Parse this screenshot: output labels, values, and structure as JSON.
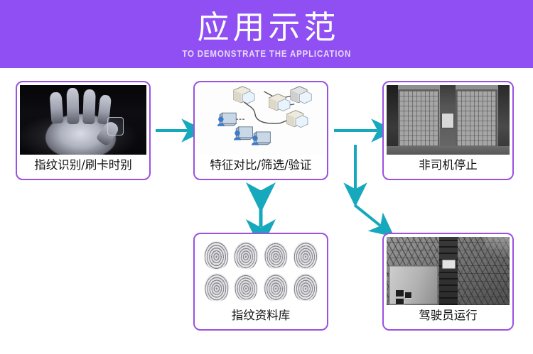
{
  "header": {
    "title": "应用示范",
    "subtitle": "TO DEMONSTRATE THE APPLICATION",
    "background_color": "#8f4ff2",
    "title_color": "#ffffff",
    "subtitle_color": "#e8d8fb"
  },
  "theme": {
    "node_border_color": "#9b51e0",
    "arrow_color": "#16a8bd",
    "canvas_background": "#ffffff",
    "label_text_color": "#111111"
  },
  "flow": {
    "nodes": [
      {
        "id": "fingerprint-scan",
        "label": "指纹识别/刷卡时别",
        "image": "palm-hand-scan-photo"
      },
      {
        "id": "feature-match",
        "label": "特征对比/筛选/验证",
        "image": "network-server-topology-diagram"
      },
      {
        "id": "driver-stop",
        "label": "非司机停止",
        "image": "construction-hoist-gate-photo"
      },
      {
        "id": "fingerprint-db",
        "label": "指纹资料库",
        "image": "fingerprint-records-grid"
      },
      {
        "id": "driver-run",
        "label": "驾驶员运行",
        "image": "construction-building-scaffold-photo"
      }
    ],
    "connectors": [
      {
        "id": "scan-to-match",
        "from": "fingerprint-scan",
        "to": "feature-match",
        "direction": "right",
        "style": "single-head"
      },
      {
        "id": "match-to-stop",
        "from": "feature-match",
        "to": "driver-stop",
        "direction": "right",
        "style": "single-head"
      },
      {
        "id": "match-to-db",
        "from": "feature-match",
        "to": "fingerprint-db",
        "direction": "vertical",
        "style": "double-head"
      },
      {
        "id": "branch-down",
        "from": "match-to-stop",
        "to": "branch",
        "direction": "down",
        "style": "single-head"
      },
      {
        "id": "branch-to-run",
        "from": "branch",
        "to": "driver-run",
        "direction": "down-right",
        "style": "single-head"
      }
    ]
  }
}
